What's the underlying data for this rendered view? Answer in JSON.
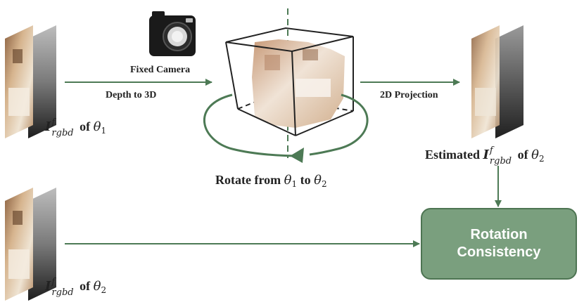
{
  "labels": {
    "fixed_camera": "Fixed Camera",
    "depth_to_3d": "Depth to 3D",
    "projection_2d": "2D Projection",
    "rotate": {
      "text": "Rotate from",
      "from": "θ",
      "from_sub": "1",
      "to_word": "to",
      "to": "θ",
      "to_sub": "2"
    },
    "estimated": {
      "prefix": "Estimated",
      "symbol": "I",
      "sup": "f",
      "sub": "rgbd",
      "of": "of",
      "theta": "θ",
      "theta_sub": "2"
    },
    "input_top": {
      "symbol": "I",
      "sup": "f",
      "sub": "rgbd",
      "of": "of",
      "theta": "θ",
      "theta_sub": "1"
    },
    "input_bottom": {
      "symbol": "I",
      "sup": "f",
      "sub": "rgbd",
      "of": "of",
      "theta": "θ",
      "theta_sub": "2"
    }
  },
  "box": {
    "line1": "Rotation",
    "line2": "Consistency"
  },
  "colors": {
    "arrow": "#4d7a55",
    "box_fill": "#7a9f7e",
    "box_border": "#4d7452",
    "box_text": "#ffffff",
    "cube_edge": "#222222"
  },
  "icons": [
    "camera-icon",
    "rotation-arrow-icon"
  ]
}
